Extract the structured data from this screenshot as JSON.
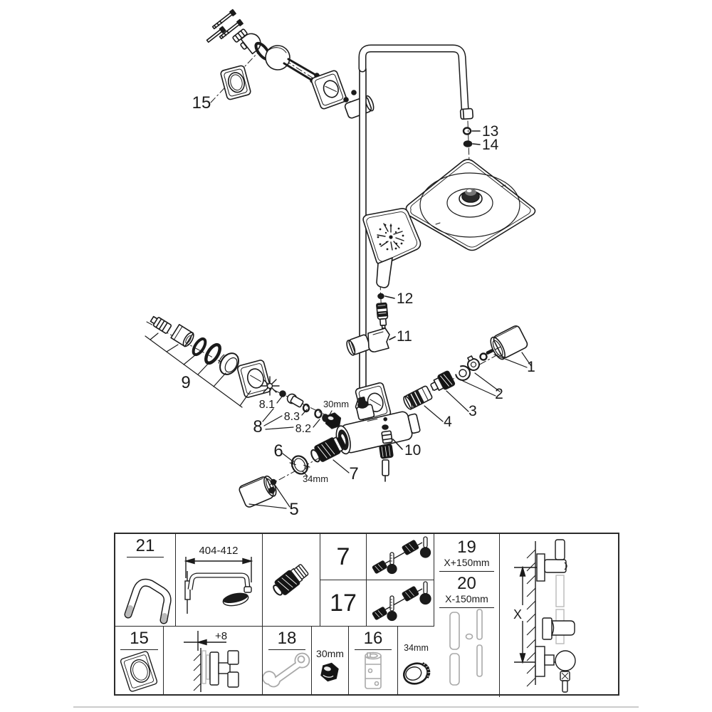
{
  "diagram": {
    "labels": {
      "p1": "1",
      "p2": "2",
      "p3": "3",
      "p4": "4",
      "p5": "5",
      "p6": "6",
      "p7": "7",
      "p8": "8",
      "p8_1": "8.1",
      "p8_2": "8.2",
      "p8_3": "8.3",
      "p9": "9",
      "p10": "10",
      "p11": "11",
      "p12": "12",
      "p13": "13",
      "p14": "14",
      "p15": "15",
      "dim30": "30mm",
      "dim34": "34mm"
    }
  },
  "table": {
    "cells": {
      "arm": {
        "num": "21"
      },
      "arm_install": {
        "dim": "404-412"
      },
      "c7": {
        "num": "7"
      },
      "c17": {
        "num": "17"
      },
      "p19": {
        "num": "19",
        "dim": "X+150mm"
      },
      "p20": {
        "num": "20",
        "dim": "X-150mm"
      },
      "rail": {
        "dim": "X"
      },
      "escutcheon": {
        "num": "15"
      },
      "offset": {
        "dim": "+8"
      },
      "wrench": {
        "num": "18"
      },
      "nut": {
        "dim": "30mm"
      },
      "sleeve": {
        "num": "16"
      },
      "ring": {
        "dim": "34mm"
      }
    }
  }
}
